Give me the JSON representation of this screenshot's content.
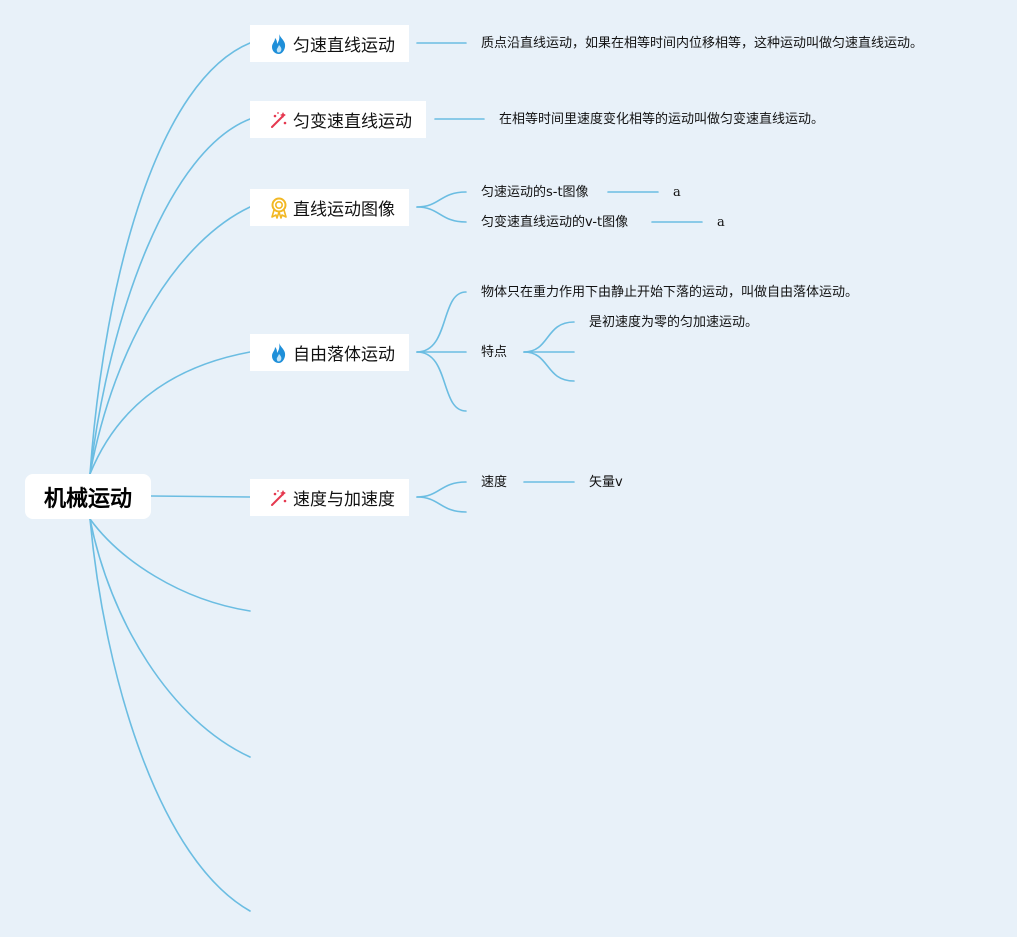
{
  "root": {
    "label": "机械运动"
  },
  "topics": [
    {
      "id": "uniform",
      "label": "匀速直线运动",
      "icon": "fire-icon"
    },
    {
      "id": "uniform_var",
      "label": "匀变速直线运动",
      "icon": "sparkle-icon"
    },
    {
      "id": "graph",
      "label": "直线运动图像",
      "icon": "award-icon"
    },
    {
      "id": "freefall",
      "label": "自由落体运动",
      "icon": "fire-icon"
    },
    {
      "id": "velocity",
      "label": "速度与加速度",
      "icon": "sparkle-icon"
    }
  ],
  "leaves": {
    "uniform_def": "质点沿直线运动，如果在相等时间内位移相等，这种运动叫做匀速直线运动。",
    "uniform_var_def": "在相等时间里速度变化相等的运动叫做匀变速直线运动。",
    "st_graph": "匀速运动的s-t图像",
    "st_graph_child": "a",
    "vt_graph": "匀变速直线运动的v-t图像",
    "vt_graph_child": "a",
    "freefall_def": "物体只在重力作用下由静止开始下落的运动，叫做自由落体运动。",
    "freefall_feature": "特点",
    "freefall_feature_1": "是初速度为零的匀加速运动。",
    "speed": "速度",
    "speed_child": "矢量v"
  },
  "colors": {
    "background": "#e8f1f9",
    "edge": "#6bbde2",
    "fire": "#1e8fd9",
    "sparkle": "#e53950",
    "award": "#f2b824"
  }
}
